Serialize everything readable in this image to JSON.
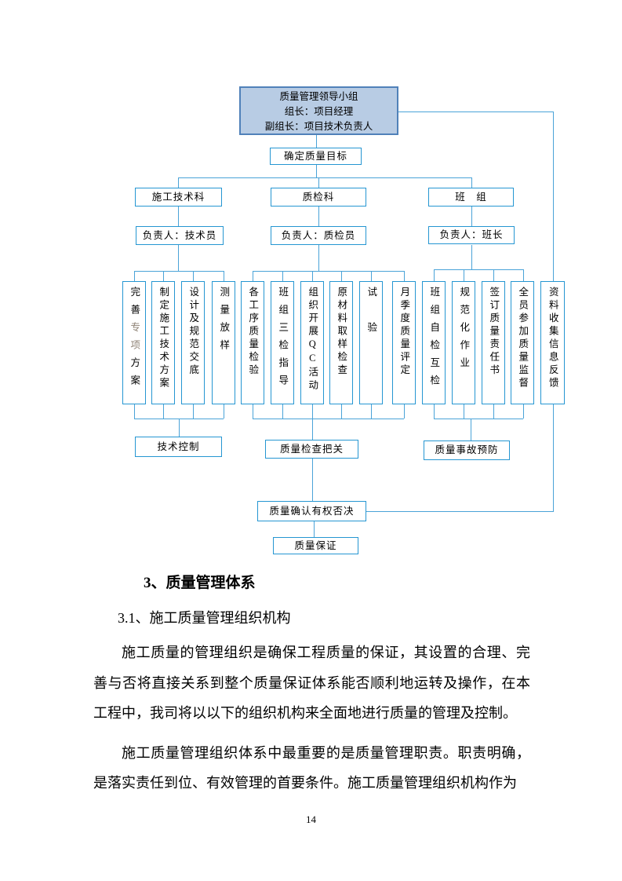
{
  "page": {
    "number": "14"
  },
  "colors": {
    "box_border": "#2596d2",
    "connector": "#4aa3d8",
    "leader_fill": "#b8cce4",
    "leader_border": "#5081b9",
    "muted_text": "#8d8174"
  },
  "diagram": {
    "leader": {
      "line1": "质量管理领导小组",
      "line2": "组长：项目经理",
      "line3": "副组长：项目技术负责人"
    },
    "goal": "确定质量目标",
    "departments": [
      {
        "name": "施工技术科",
        "responsible": "负责人：技术员"
      },
      {
        "name": "质检科",
        "responsible": "负责人：质检员"
      },
      {
        "name": "班　组",
        "responsible": "负责人：班长"
      }
    ],
    "tasks_tech": [
      {
        "prefix": "完善",
        "muted": "专项",
        "suffix": "方案"
      },
      {
        "text": "制定施工技术方案"
      },
      {
        "text": "设计及规范交底"
      },
      {
        "text": "测量放样"
      }
    ],
    "tasks_qc": [
      {
        "text": "各工序质量检验"
      },
      {
        "text": "班组三检指导"
      },
      {
        "text": "组织开展QC活动"
      },
      {
        "text": "原材料取样检查"
      },
      {
        "text": "试　验"
      },
      {
        "text": "月季度质量评定"
      }
    ],
    "tasks_crew": [
      {
        "text": "班组自检互检"
      },
      {
        "text": "规范化作业"
      },
      {
        "text": "签订质量责任书"
      },
      {
        "text": "全员参加质量监督"
      }
    ],
    "feedback": {
      "text": "资料收集信息反馈"
    },
    "outcomes": {
      "tech": "技术控制",
      "inspection": "质量检查把关",
      "accident": "质量事故预防"
    },
    "veto": "质量确认有权否决",
    "assurance": "质量保证"
  },
  "content": {
    "heading": "3、质量管理体系",
    "subheading": "3.1、施工质量管理组织机构",
    "paragraph1": "施工质量的管理组织是确保工程质量的保证，其设置的合理、完善与否将直接关系到整个质量保证体系能否顺利地运转及操作，在本工程中，我司将以以下的组织机构来全面地进行质量的管理及控制。",
    "paragraph2": "施工质量管理组织体系中最重要的是质量管理职责。职责明确，是落实责任到位、有效管理的首要条件。施工质量管理组织机构作为"
  }
}
